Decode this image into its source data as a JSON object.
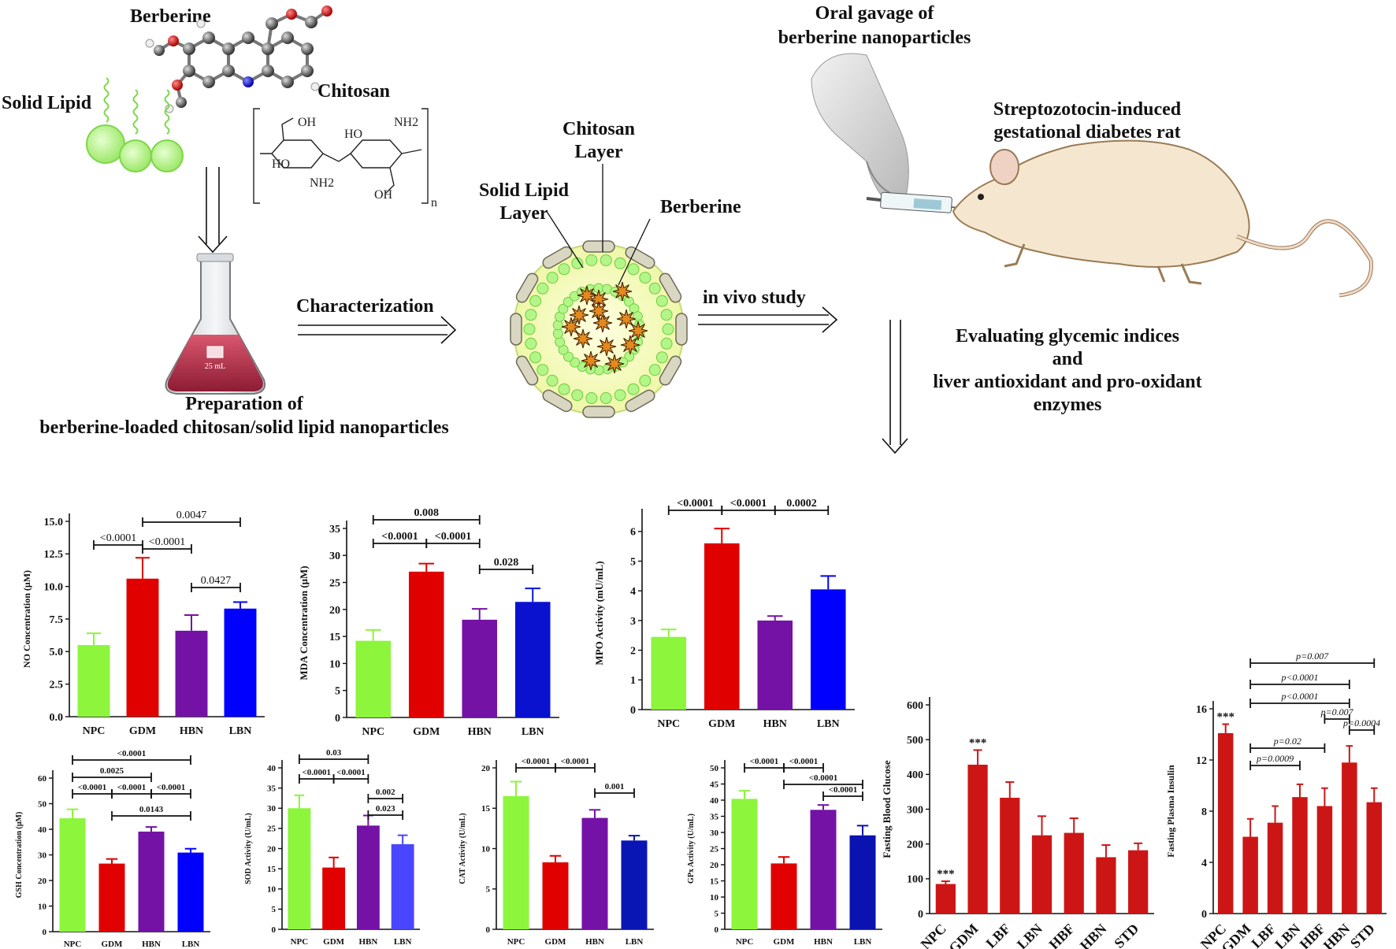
{
  "schematic": {
    "berberine_title": "Berberine",
    "solid_lipid_title": "Solid Lipid",
    "chitosan_title": "Chitosan",
    "chitosan_groups": [
      "OH",
      "HO",
      "NH2",
      "HO",
      "NH2",
      "OH",
      "n"
    ],
    "prep_line1": "Preparation of",
    "prep_line2": "berberine-loaded chitosan/solid lipid nanoparticles",
    "flask_label": "25 mL",
    "characterization": "Characterization",
    "np_chitosan_layer_1": "Chitosan",
    "np_chitosan_layer_2": "Layer",
    "np_solid_lipid_1": "Solid Lipid",
    "np_solid_lipid_2": "Layer",
    "np_berberine": "Berberine",
    "in_vivo": "in vivo study",
    "gavage_1": "Oral gavage of",
    "gavage_2": "berberine nanoparticles",
    "rat_1": "Streptozotocin-induced",
    "rat_2": "gestational diabetes rat",
    "eval_1": "Evaluating glycemic indices",
    "eval_2": "and",
    "eval_3": "liver antioxidant and pro-oxidant",
    "eval_4": "enzymes"
  },
  "colors": {
    "NPC": "#8cf53c",
    "GDM": "#e00000",
    "HBN": "#7412a6",
    "LBN": "#0000ff",
    "LBN_MDA": "#0a12d0",
    "LBN_SOD": "#4a46ff",
    "LBN_CAT": "#0a16b4",
    "LBN_GPX": "#0a12b0",
    "glycemic": "#cc1616"
  },
  "chart_data": [
    {
      "id": "no",
      "type": "bar",
      "ylabel": "NO Concentration (μM)",
      "categories": [
        "NPC",
        "GDM",
        "HBN",
        "LBN"
      ],
      "values": [
        5.5,
        10.6,
        6.6,
        8.3
      ],
      "errors": [
        0.9,
        1.6,
        1.2,
        0.5
      ],
      "ylim": [
        0,
        15
      ],
      "yticks": [
        "0.0",
        "2.5",
        "5.0",
        "7.5",
        "10.0",
        "12.5",
        "15.0"
      ],
      "brackets": [
        {
          "from": 0,
          "to": 1,
          "text": "<0.0001"
        },
        {
          "from": 1,
          "to": 2,
          "text": "<0.0001"
        },
        {
          "from": 1,
          "to": 3,
          "text": "0.0047"
        },
        {
          "from": 2,
          "to": 3,
          "text": "0.0427"
        }
      ]
    },
    {
      "id": "mda",
      "type": "bar",
      "ylabel": "MDA Concentration (μM)",
      "categories": [
        "NPC",
        "GDM",
        "HBN",
        "LBN"
      ],
      "values": [
        14.2,
        27.0,
        18.1,
        21.4
      ],
      "errors": [
        2.0,
        1.5,
        2.0,
        2.5
      ],
      "ylim": [
        0,
        35
      ],
      "yticks": [
        "0",
        "5",
        "10",
        "15",
        "20",
        "25",
        "30",
        "35"
      ],
      "brackets": [
        {
          "from": 0,
          "to": 1,
          "text": "<0.0001"
        },
        {
          "from": 1,
          "to": 2,
          "text": "<0.0001"
        },
        {
          "from": 0,
          "to": 2,
          "text": "0.008"
        },
        {
          "from": 2,
          "to": 3,
          "text": "0.028"
        }
      ]
    },
    {
      "id": "mpo",
      "type": "bar",
      "ylabel": "MPO Activity (mU/mL)",
      "categories": [
        "NPC",
        "GDM",
        "HBN",
        "LBN"
      ],
      "values": [
        2.45,
        5.6,
        3.0,
        4.05
      ],
      "errors": [
        0.25,
        0.5,
        0.15,
        0.45
      ],
      "ylim": [
        0,
        6.5
      ],
      "yticks": [
        "0",
        "1",
        "2",
        "3",
        "4",
        "5",
        "6"
      ],
      "brackets": [
        {
          "from": 0,
          "to": 1,
          "text": "<0.0001"
        },
        {
          "from": 1,
          "to": 2,
          "text": "<0.0001"
        },
        {
          "from": 2,
          "to": 3,
          "text": "0.0002"
        }
      ]
    },
    {
      "id": "gsh",
      "type": "bar",
      "ylabel": "GSH Concentration (μM)",
      "categories": [
        "NPC",
        "GDM",
        "HBN",
        "LBN"
      ],
      "values": [
        44.3,
        26.6,
        39.1,
        30.9
      ],
      "errors": [
        3.5,
        1.8,
        1.8,
        1.5
      ],
      "ylim": [
        0,
        60
      ],
      "yticks": [
        "0",
        "10",
        "20",
        "30",
        "40",
        "50",
        "60"
      ],
      "brackets": [
        {
          "from": 0,
          "to": 3,
          "text": "<0.0001"
        },
        {
          "from": 0,
          "to": 2,
          "text": "0.0025"
        },
        {
          "from": 0,
          "to": 1,
          "text": "<0.0001"
        },
        {
          "from": 1,
          "to": 2,
          "text": "<0.0001"
        },
        {
          "from": 2,
          "to": 3,
          "text": "<0.0001"
        },
        {
          "from": 1,
          "to": 3,
          "text": "0.0143"
        }
      ]
    },
    {
      "id": "sod",
      "type": "bar",
      "ylabel": "SOD Activity (U/mL)",
      "categories": [
        "NPC",
        "GDM",
        "HBN",
        "LBN"
      ],
      "values": [
        30.0,
        15.3,
        25.7,
        21.1
      ],
      "errors": [
        3.2,
        2.5,
        2.5,
        2.2
      ],
      "ylim": [
        0,
        40
      ],
      "yticks": [
        "0",
        "5",
        "10",
        "15",
        "20",
        "25",
        "30",
        "35",
        "40"
      ],
      "brackets": [
        {
          "from": 0,
          "to": 2,
          "text": "0.03"
        },
        {
          "from": 0,
          "to": 1,
          "text": "<0.0001"
        },
        {
          "from": 1,
          "to": 2,
          "text": "<0.0001"
        },
        {
          "from": 2,
          "to": 3,
          "text": "0.002"
        },
        {
          "from": 2,
          "to": 3,
          "text": "0.023"
        }
      ]
    },
    {
      "id": "cat",
      "type": "bar",
      "ylabel": "CAT Activity (U/mL)",
      "categories": [
        "NPC",
        "GDM",
        "HBN",
        "LBN"
      ],
      "values": [
        16.5,
        8.3,
        13.8,
        11.0
      ],
      "errors": [
        1.8,
        0.8,
        1.0,
        0.6
      ],
      "ylim": [
        0,
        20
      ],
      "yticks": [
        "0",
        "5",
        "10",
        "15",
        "20"
      ],
      "brackets": [
        {
          "from": 0,
          "to": 1,
          "text": "<0.0001"
        },
        {
          "from": 1,
          "to": 2,
          "text": "<0.0001"
        },
        {
          "from": 2,
          "to": 3,
          "text": "0.001"
        }
      ]
    },
    {
      "id": "gpx",
      "type": "bar",
      "ylabel": "GPx Activity (U/mL)",
      "categories": [
        "NPC",
        "GDM",
        "HBN",
        "LBN"
      ],
      "values": [
        40.4,
        20.4,
        37.0,
        29.1
      ],
      "errors": [
        2.5,
        2.0,
        1.5,
        3.0
      ],
      "ylim": [
        0,
        50
      ],
      "yticks": [
        "0",
        "5",
        "10",
        "15",
        "20",
        "25",
        "30",
        "35",
        "40",
        "45",
        "50"
      ],
      "brackets": [
        {
          "from": 0,
          "to": 1,
          "text": "<0.0001"
        },
        {
          "from": 1,
          "to": 2,
          "text": "<0.0001"
        },
        {
          "from": 1,
          "to": 3,
          "text": "<0.0001"
        },
        {
          "from": 2,
          "to": 3,
          "text": "<0.0001"
        }
      ]
    },
    {
      "id": "glucose",
      "type": "bar",
      "ylabel": "Fasting Blood Glucose",
      "categories": [
        "NPC",
        "GDM",
        "LBF",
        "LBN",
        "HBF",
        "HBN",
        "STD"
      ],
      "values": [
        85,
        428,
        333,
        225,
        232,
        162,
        182
      ],
      "errors": [
        8,
        42,
        45,
        55,
        42,
        35,
        20
      ],
      "ylim": [
        0,
        600
      ],
      "yticks": [
        "0",
        "100",
        "200",
        "300",
        "400",
        "500",
        "600"
      ],
      "stars": [
        {
          "bar": 0,
          "text": "***"
        },
        {
          "bar": 1,
          "text": "***"
        }
      ]
    },
    {
      "id": "insulin",
      "type": "bar",
      "ylabel": "Fasting Plasma Insulin",
      "categories": [
        "NPC",
        "GDM",
        "LBF",
        "LBN",
        "HBF",
        "HBN",
        "STD"
      ],
      "values": [
        14.1,
        6.0,
        7.1,
        9.1,
        8.4,
        11.8,
        8.7
      ],
      "errors": [
        0.7,
        1.4,
        1.3,
        1.0,
        1.4,
        1.3,
        1.1
      ],
      "ylim": [
        0,
        16
      ],
      "yticks": [
        "0",
        "4",
        "8",
        "12",
        "16"
      ],
      "stars": [
        {
          "bar": 0,
          "text": "***"
        }
      ],
      "brackets": [
        {
          "from": 1,
          "to": 6,
          "text": "p=0.007"
        },
        {
          "from": 1,
          "to": 5,
          "text": "p<0.0001"
        },
        {
          "from": 1,
          "to": 5,
          "text": "p<0.0001"
        },
        {
          "from": 4,
          "to": 5,
          "text": "p=0.007"
        },
        {
          "from": 5,
          "to": 6,
          "text": "p=0.0004"
        },
        {
          "from": 1,
          "to": 4,
          "text": "p=0.02"
        },
        {
          "from": 1,
          "to": 3,
          "text": "p=0.0009"
        }
      ]
    }
  ]
}
